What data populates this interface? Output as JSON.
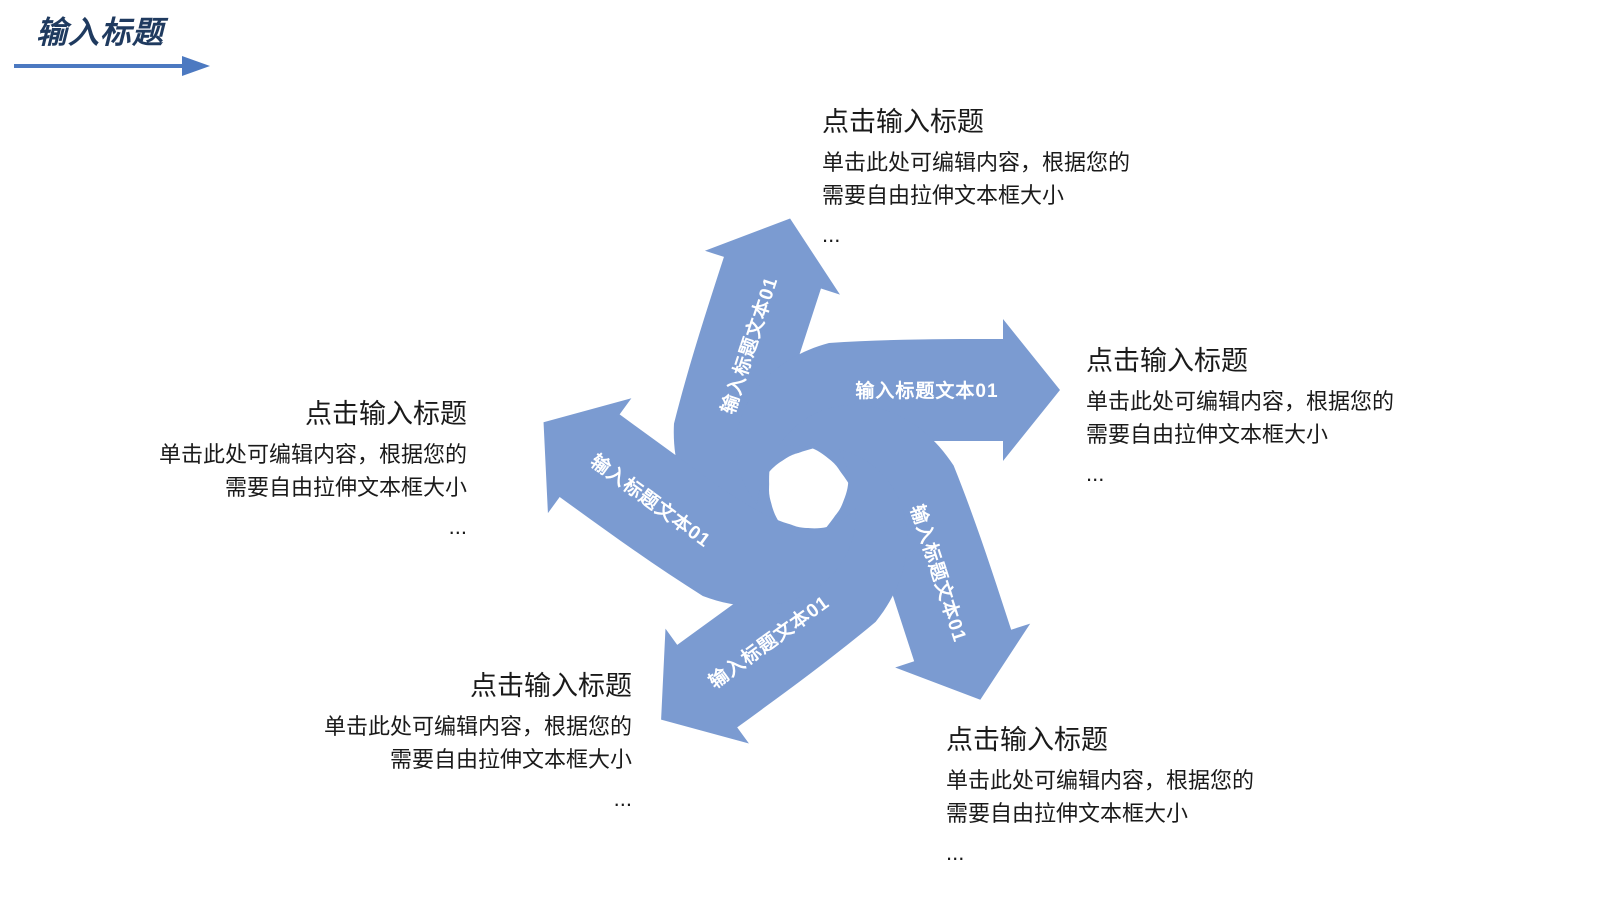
{
  "title": {
    "text": "输入标题",
    "color": "#1f3a5f",
    "underline_color": "#4c79c1"
  },
  "pinwheel": {
    "arrow_color": "#7b9bd1",
    "label_color": "#ffffff",
    "arrows": [
      {
        "position": "top",
        "label": "输入标题文本01"
      },
      {
        "position": "right",
        "label": "输入标题文本01"
      },
      {
        "position": "bottom-right",
        "label": "输入标题文本01"
      },
      {
        "position": "bottom-left",
        "label": "输入标题文本01"
      },
      {
        "position": "left",
        "label": "输入标题文本01"
      }
    ]
  },
  "callouts": [
    {
      "position": "top",
      "heading": "点击输入标题",
      "body_lines": [
        "单击此处可编辑内容，根据您的",
        "需要自由拉伸文本框大小"
      ],
      "ellipsis": "..."
    },
    {
      "position": "right",
      "heading": "点击输入标题",
      "body_lines": [
        "单击此处可编辑内容，根据您的",
        "需要自由拉伸文本框大小"
      ],
      "ellipsis": "..."
    },
    {
      "position": "left",
      "heading": "点击输入标题",
      "body_lines": [
        "单击此处可编辑内容，根据您的",
        "需要自由拉伸文本框大小"
      ],
      "ellipsis": "..."
    },
    {
      "position": "bottom-left",
      "heading": "点击输入标题",
      "body_lines": [
        "单击此处可编辑内容，根据您的",
        "需要自由拉伸文本框大小"
      ],
      "ellipsis": "..."
    },
    {
      "position": "bottom-right",
      "heading": "点击输入标题",
      "body_lines": [
        "单击此处可编辑内容，根据您的",
        "需要自由拉伸文本框大小"
      ],
      "ellipsis": "..."
    }
  ]
}
